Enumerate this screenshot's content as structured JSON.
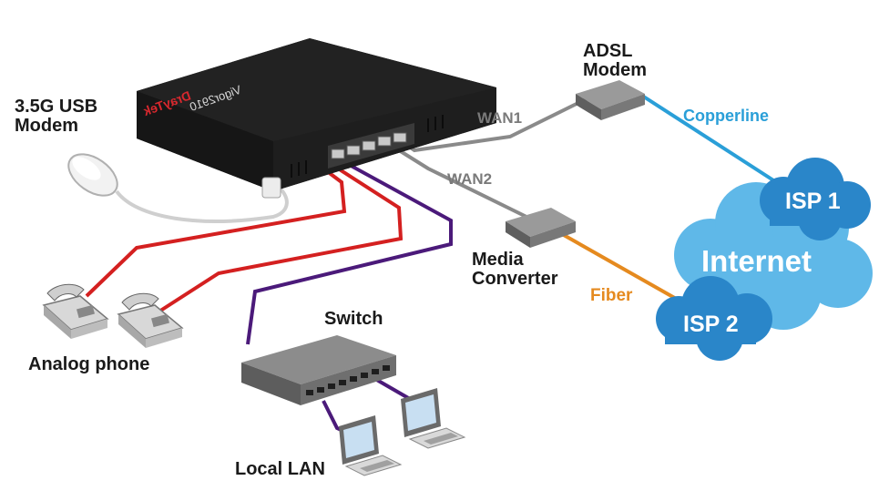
{
  "labels": {
    "usb_modem": "3.5G USB\nModem",
    "adsl_modem": "ADSL\nModem",
    "wan1": "WAN1",
    "wan2": "WAN2",
    "copperline": "Copperline",
    "media_converter": "Media\nConverter",
    "fiber": "Fiber",
    "isp1": "ISP 1",
    "isp2": "ISP 2",
    "internet": "Internet",
    "switch": "Switch",
    "analog_phone": "Analog phone",
    "local_lan": "Local LAN"
  },
  "router_branding": {
    "brand": "DrayTek",
    "model": "Vigor2910"
  },
  "colors": {
    "copperline": "#2a9fd8",
    "fiber": "#e58a1f",
    "wan_cable": "#8a8a8a",
    "phone_cable": "#d42020",
    "lan_cable": "#4b1a7a",
    "cloud": "#5fb8e8",
    "cloud_text": "#ffffff",
    "router_body": "#1c1c1c",
    "brand_text": "#d8282e"
  }
}
